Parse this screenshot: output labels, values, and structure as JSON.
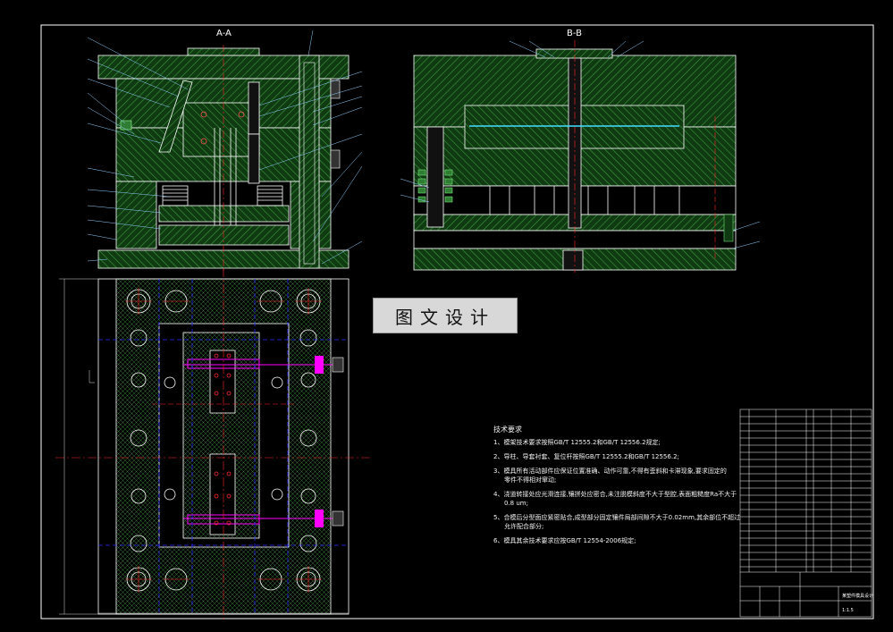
{
  "drawing": {
    "section_a_label": "A-A",
    "section_b_label": "B-B",
    "watermark": "图文设计"
  },
  "technical_notes": {
    "title": "技术要求",
    "items": [
      "1、模架技术要求按照GB/T 12555.2和GB/T 12556.2规定;",
      "2、导柱、导套衬套、复位杆按照GB/T 12555.2和GB/T 12556.2;",
      "3、模具所有活动部件应保证位置准确、动作可靠,不得有歪斜和卡滞现象,要求固定的",
      "零件不得相对窜动;",
      "4、浇道转接处应光滑连接,镶拼处应密合,未注脱模斜度不大于型腔,表面粗糙度Ra不大于",
      "0.8 um;",
      "5、合模后分型面应紧密贴合,成型部分固定镶件局部间隙不大于0.02mm,其余部位不超过",
      "允许配合部分;",
      "6、模具其余技术要求应按GB/T 12554-2006规定;"
    ]
  },
  "title_block": {
    "drawing_title": "某塑件模具设计",
    "scale": "1:1.5"
  },
  "colors": {
    "background": "#000000",
    "border": "#ffffff",
    "hatch": "#2e7d32",
    "centerline": "#ff2a2a",
    "hidden": "#2a2aff",
    "highlight": "#ff00ff",
    "dimension": "#d8d8d8"
  }
}
